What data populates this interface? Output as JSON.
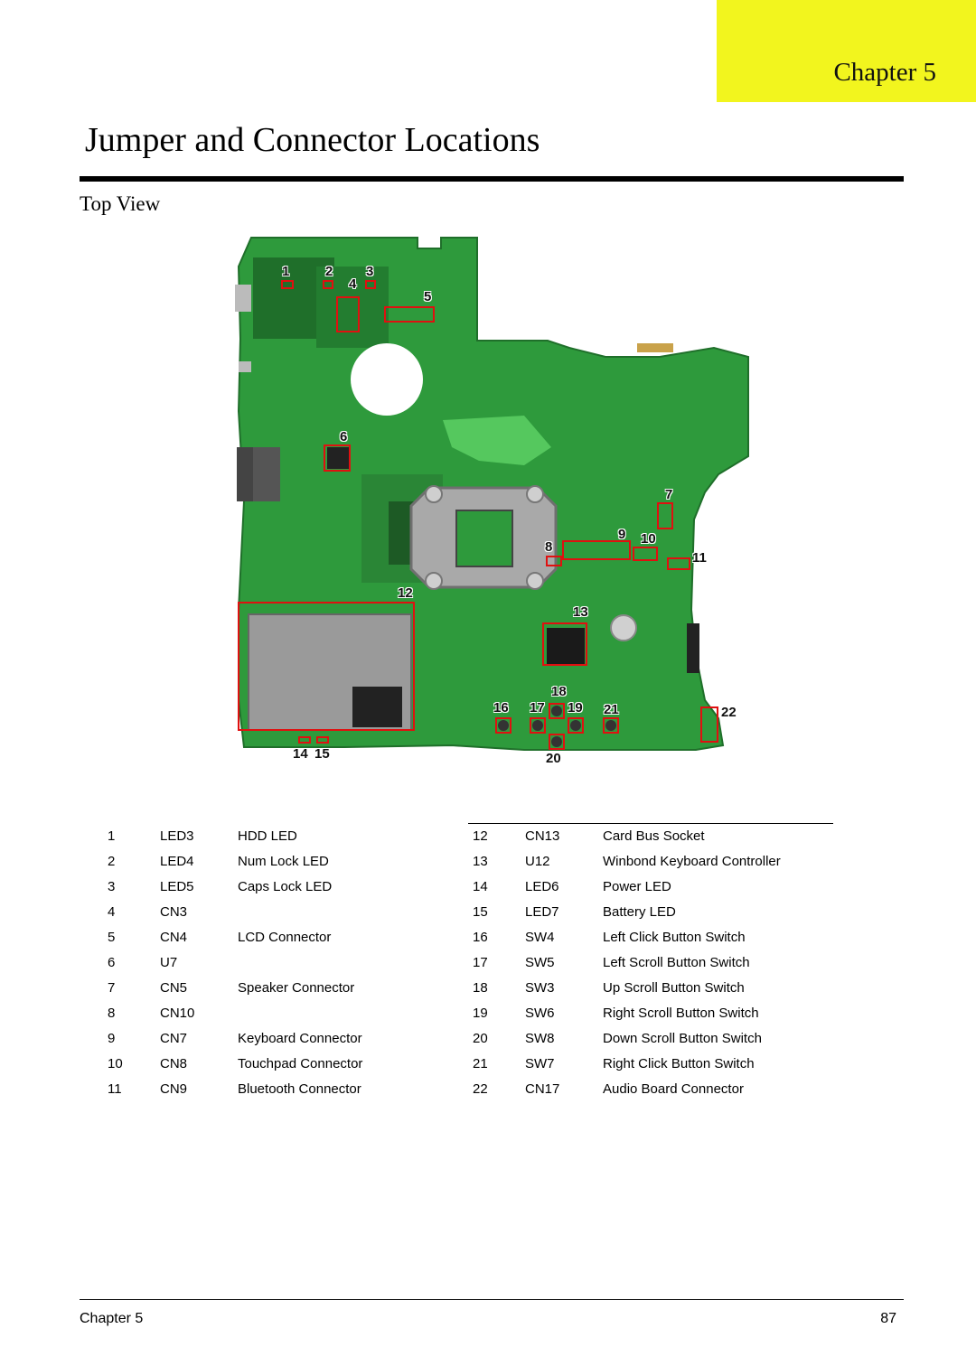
{
  "header": {
    "chapter_tab": "Chapter 5",
    "title": "Jumper and Connector Locations",
    "section": "Top View"
  },
  "colors": {
    "chapter_tab_bg": "#f2f51e",
    "board_green": "#2e9a3c",
    "marker_red": "#e01010"
  },
  "figure": {
    "callouts": [
      "1",
      "2",
      "3",
      "4",
      "5",
      "6",
      "7",
      "8",
      "9",
      "10",
      "11",
      "12",
      "13",
      "14",
      "15",
      "16",
      "17",
      "18",
      "19",
      "20",
      "21",
      "22"
    ]
  },
  "legend_left": [
    {
      "num": "1",
      "ref": "LED3",
      "desc": "HDD LED"
    },
    {
      "num": "2",
      "ref": "LED4",
      "desc": "Num Lock LED"
    },
    {
      "num": "3",
      "ref": "LED5",
      "desc": "Caps Lock LED"
    },
    {
      "num": "4",
      "ref": "CN3",
      "desc": ""
    },
    {
      "num": "5",
      "ref": "CN4",
      "desc": "LCD Connector"
    },
    {
      "num": "6",
      "ref": "U7",
      "desc": ""
    },
    {
      "num": "7",
      "ref": "CN5",
      "desc": "Speaker Connector"
    },
    {
      "num": "8",
      "ref": "CN10",
      "desc": ""
    },
    {
      "num": "9",
      "ref": "CN7",
      "desc": "Keyboard Connector"
    },
    {
      "num": "10",
      "ref": "CN8",
      "desc": "Touchpad Connector"
    },
    {
      "num": "11",
      "ref": "CN9",
      "desc": "Bluetooth Connector"
    }
  ],
  "legend_right": [
    {
      "num": "12",
      "ref": "CN13",
      "desc": "Card Bus Socket"
    },
    {
      "num": "13",
      "ref": "U12",
      "desc": "Winbond Keyboard Controller"
    },
    {
      "num": "14",
      "ref": "LED6",
      "desc": "Power LED"
    },
    {
      "num": "15",
      "ref": "LED7",
      "desc": "Battery LED"
    },
    {
      "num": "16",
      "ref": "SW4",
      "desc": "Left Click Button Switch"
    },
    {
      "num": "17",
      "ref": "SW5",
      "desc": "Left Scroll Button Switch"
    },
    {
      "num": "18",
      "ref": "SW3",
      "desc": "Up Scroll Button Switch"
    },
    {
      "num": "19",
      "ref": "SW6",
      "desc": "Right Scroll Button Switch"
    },
    {
      "num": "20",
      "ref": "SW8",
      "desc": "Down Scroll Button Switch"
    },
    {
      "num": "21",
      "ref": "SW7",
      "desc": "Right Click Button Switch"
    },
    {
      "num": "22",
      "ref": "CN17",
      "desc": "Audio Board Connector"
    }
  ],
  "footer": {
    "left": "Chapter 5",
    "page_number": "87"
  }
}
